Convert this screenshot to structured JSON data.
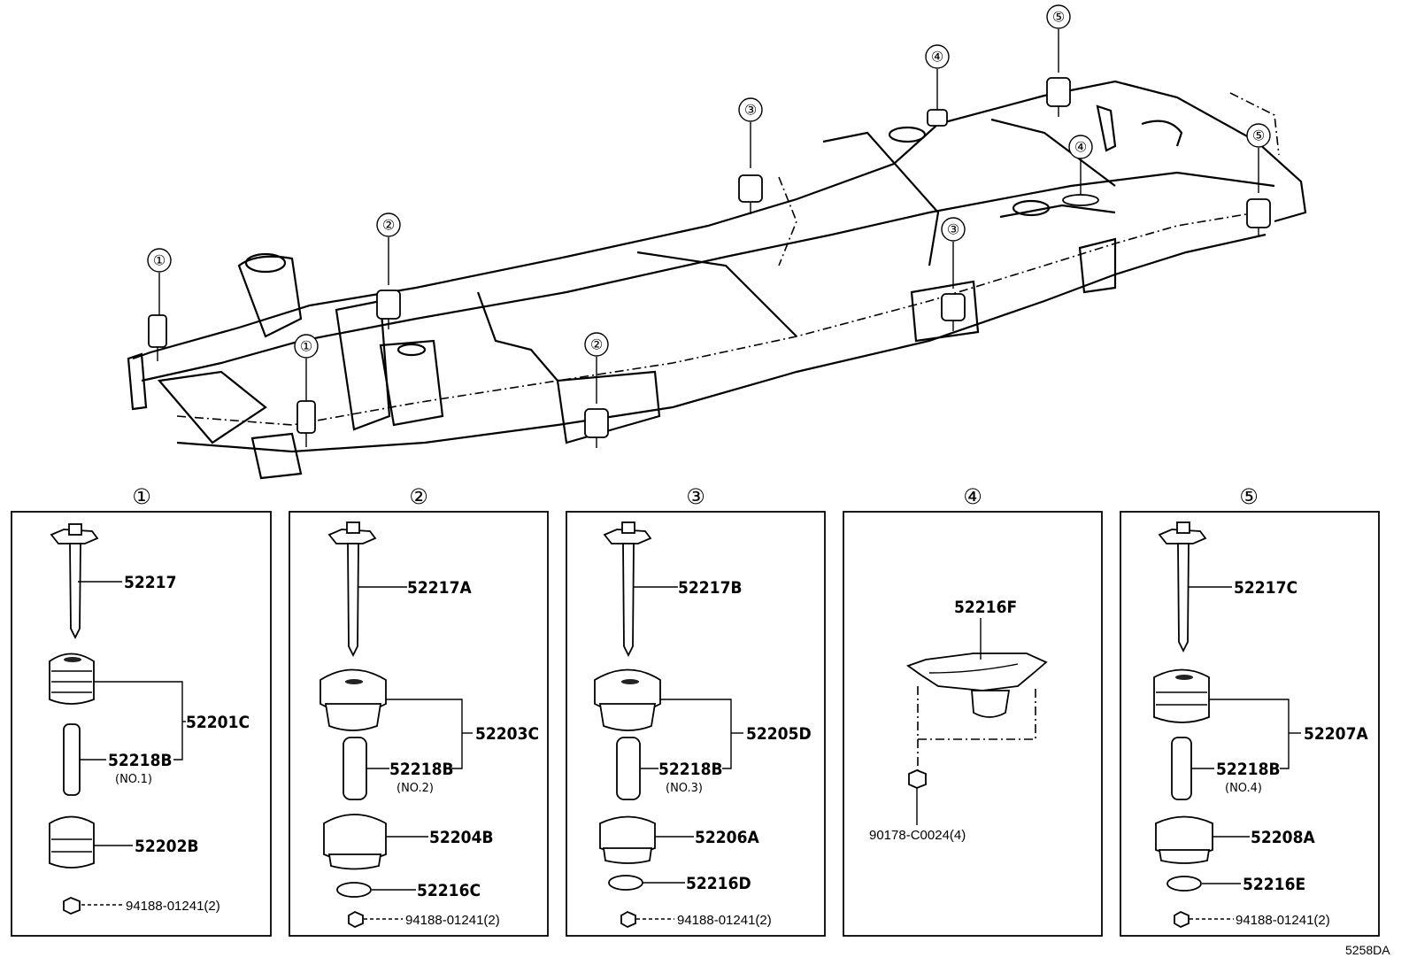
{
  "diagram_ref": "5258DA",
  "location_markers": [
    "①",
    "①",
    "②",
    "②",
    "③",
    "③",
    "④",
    "④",
    "⑤",
    "⑤"
  ],
  "panels": [
    {
      "marker": "①",
      "bolt": "52217",
      "cushion_assy": "52201C",
      "collar": "52218B",
      "collar_note": "(NO.1)",
      "lower_cushion": "52202B",
      "nut": "94188-01241(2)"
    },
    {
      "marker": "②",
      "bolt": "52217A",
      "cushion_assy": "52203C",
      "collar": "52218B",
      "collar_note": "(NO.2)",
      "lower_cushion": "52204B",
      "washer": "52216C",
      "nut": "94188-01241(2)"
    },
    {
      "marker": "③",
      "bolt": "52217B",
      "cushion_assy": "52205D",
      "collar": "52218B",
      "collar_note": "(NO.3)",
      "lower_cushion": "52206A",
      "washer": "52216D",
      "nut": "94188-01241(2)"
    },
    {
      "marker": "④",
      "bracket": "52216F",
      "bolt": "90178-C0024(4)"
    },
    {
      "marker": "⑤",
      "bolt": "52217C",
      "cushion_assy": "52207A",
      "collar": "52218B",
      "collar_note": "(NO.4)",
      "lower_cushion": "52208A",
      "washer": "52216E",
      "nut": "94188-01241(2)"
    }
  ]
}
